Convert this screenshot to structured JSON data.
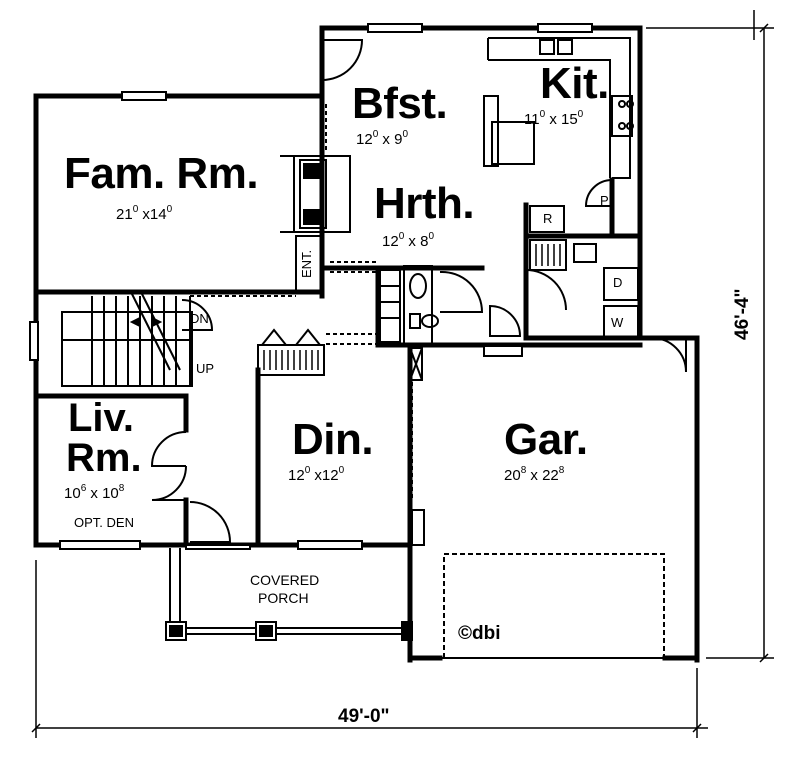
{
  "rooms": {
    "fam": {
      "name": "Fam. Rm.",
      "w": "21",
      "ws": "0",
      "d": "14",
      "ds": "0"
    },
    "bfst": {
      "name": "Bfst.",
      "w": "12",
      "ws": "0",
      "d": "9",
      "ds": "0"
    },
    "kit": {
      "name": "Kit.",
      "w": "11",
      "ws": "0",
      "d": "15",
      "ds": "0"
    },
    "hrth": {
      "name": "Hrth.",
      "w": "12",
      "ws": "0",
      "d": "8",
      "ds": "0"
    },
    "liv": {
      "name1": "Liv.",
      "name2": "Rm.",
      "w": "10",
      "ws": "6",
      "d": "10",
      "ds": "8",
      "note": "OPT. DEN"
    },
    "din": {
      "name": "Din.",
      "w": "12",
      "ws": "0",
      "d": "12",
      "ds": "0"
    },
    "gar": {
      "name": "Gar.",
      "w": "20",
      "ws": "8",
      "d": "22",
      "ds": "8"
    }
  },
  "small_labels": {
    "ent": "ENT.",
    "dn": "DN",
    "up": "UP",
    "refrigerator": "R",
    "pantry": "P",
    "dryer": "D",
    "washer": "W"
  },
  "porch": {
    "line1": "COVERED",
    "line2": "PORCH"
  },
  "copyright": "©dbi",
  "overall": {
    "width": "49'-0\"",
    "depth": "46'-4\""
  },
  "dim_separator": "x"
}
